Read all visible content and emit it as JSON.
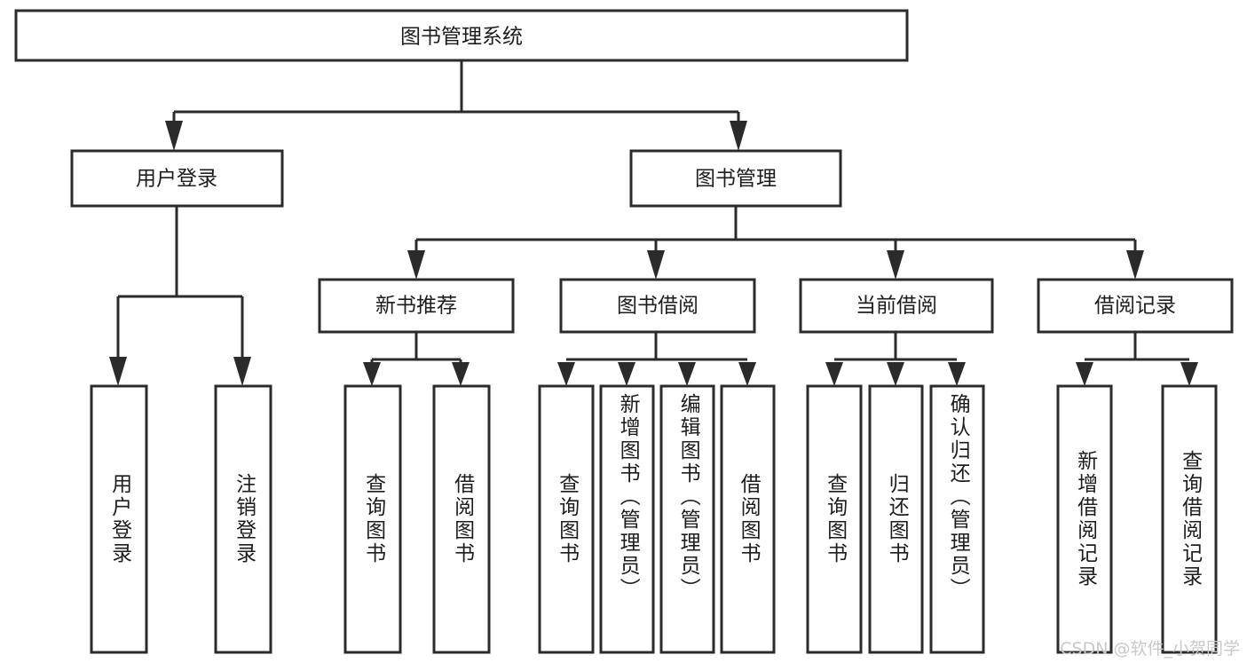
{
  "diagram": {
    "type": "tree",
    "title": "图书管理系统",
    "watermark": "CSDN @软件_小贺同学",
    "root": {
      "label": "图书管理系统"
    },
    "level2": [
      {
        "label": "用户登录"
      },
      {
        "label": "图书管理"
      }
    ],
    "level3": [
      {
        "label": "新书推荐"
      },
      {
        "label": "图书借阅"
      },
      {
        "label": "当前借阅"
      },
      {
        "label": "借阅记录"
      }
    ],
    "leaves": {
      "user_login": [
        {
          "label": "用户登录"
        },
        {
          "label": "注销登录"
        }
      ],
      "new_book_recommend": [
        {
          "label": "查询图书"
        },
        {
          "label": "借阅图书"
        }
      ],
      "book_borrow": [
        {
          "label": "查询图书"
        },
        {
          "label": "新增图书（管理员）"
        },
        {
          "label": "编辑图书（管理员）"
        },
        {
          "label": "借阅图书"
        }
      ],
      "current_borrow": [
        {
          "label": "查询图书"
        },
        {
          "label": "归还图书"
        },
        {
          "label": "确认归还（管理员）"
        }
      ],
      "borrow_record": [
        {
          "label": "新增借阅记录"
        },
        {
          "label": "查询借阅记录"
        }
      ]
    },
    "colors": {
      "stroke": "#2b2b2b",
      "fill": "#ffffff",
      "text": "#1d1d1d",
      "watermark": "#c9c9c9"
    }
  }
}
